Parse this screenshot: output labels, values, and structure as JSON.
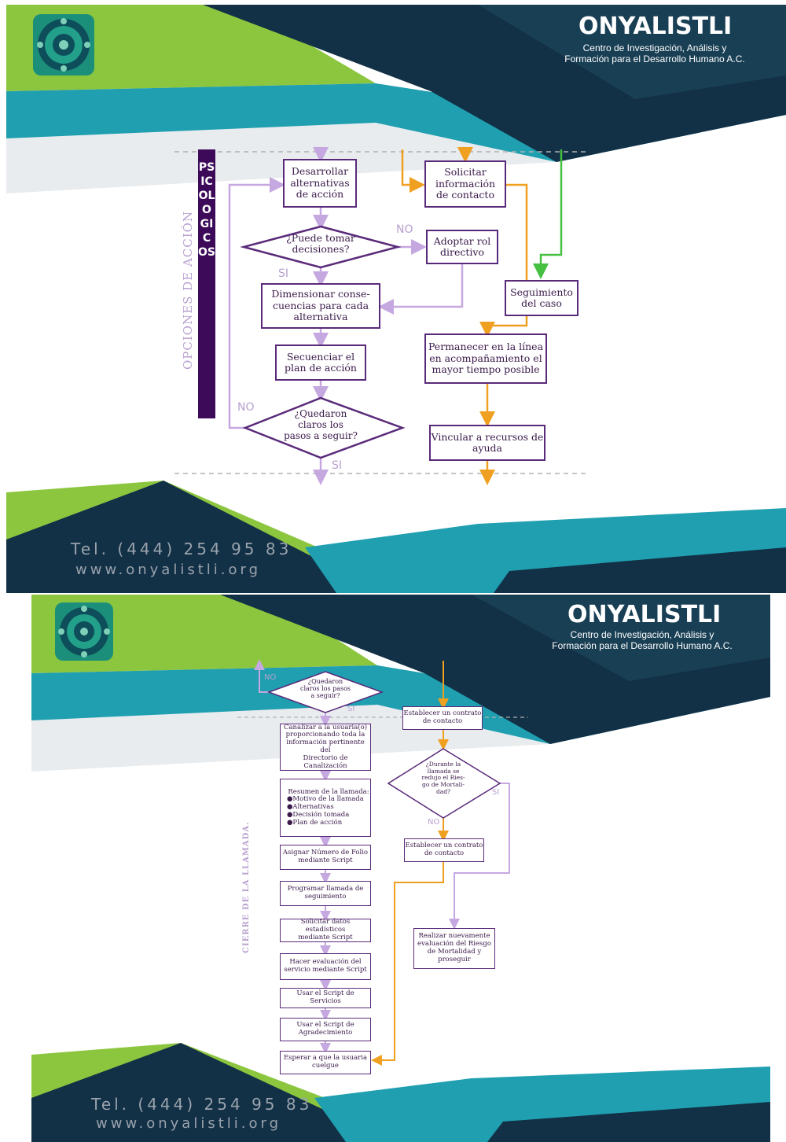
{
  "colors": {
    "navy": "#123046",
    "teal": "#1f9fb0",
    "lime": "#8cc63f",
    "purple": "#5a2a7a",
    "purple_dark": "#3d0a5a",
    "lavender": "#c6a8e0",
    "orange": "#f0a020",
    "green": "#45c040"
  },
  "brand": {
    "name": "ONYALISTLI",
    "subtitle_line1": "Centro de Investigación, Análisis y",
    "subtitle_line2": "Formación para el Desarrollo Humano A.C.",
    "tel": "Tel. (444) 254 95 83",
    "web": "www.onyalistli.org",
    "logo_icon": "mandala-logo-icon"
  },
  "slide1": {
    "section_label": "OPCIONES DE ACCIÓN",
    "vertical_bar_text": "PSICOLOGICOS",
    "boxes": {
      "desarrollar": "Desarrollar\nalternativas\nde acción",
      "solicitar": "Solicitar\ninformación\nde contacto",
      "puede": "¿Puede tomar\ndecisiones?",
      "adoptar": "Adoptar rol\ndirectivo",
      "dimensionar": "Dimensionar conse-\ncuencias para cada\nalternativa",
      "seguimiento": "Seguimiento\ndel caso",
      "secuenciar": "Secuenciar el\nplan de acción",
      "permanecer": "Permanecer en la línea\nen acompañamiento el\nmayor tiempo posible",
      "quedaron": "¿Quedaron\nclaros los\npasos a seguir?",
      "vincular": "Vincular a recursos de\nayuda"
    },
    "labels": {
      "no1": "NO",
      "si1": "SI",
      "no2": "NO",
      "si2": "SI"
    }
  },
  "slide2": {
    "section_label": "CIERRE DE LA LLAMADA.",
    "boxes": {
      "quedaron": "¿Quedaron\nclaros los pasos\na seguir?",
      "canalizar": "Canalizar a la usuaria(o)\nproporcionando toda la\ninformación pertinente del\nDirectorio de\nCanalización",
      "resumen_title": "Resumen de la llamada:",
      "resumen_items": [
        "●Motivo de la llamada",
        "●Alternativas",
        "●Decisión tomada",
        "●Plan de acción"
      ],
      "asignar": "Asignar Número de Folio\nmediante Script",
      "programar": "Programar llamada de\nseguimiento",
      "solicitar_datos": "Solicitar datos estadísticos\nmediante Script",
      "hacer_eval": "Hacer evaluación del\nservicio mediante Script",
      "usar_servicios": "Usar el Script de Servicios",
      "usar_agradec": "Usar el Script de\nAgradecimiento",
      "esperar": "Esperar a que la usuaria\ncuelgue",
      "establecer1": "Establecer un contrato\nde contacto",
      "durante": "¿Durante la\nllamada se\nredujo el Ries-\ngo de Mortali-\ndad?",
      "establecer2": "Establecer un contrato\nde contacto",
      "realizar": "Realizar nuevamente\nevaluación del Riesgo\nde Mortalidad y\nproseguir"
    },
    "labels": {
      "no_top": "NO",
      "si_top": "SI",
      "si_right": "SI",
      "no_mid": "NO"
    }
  }
}
